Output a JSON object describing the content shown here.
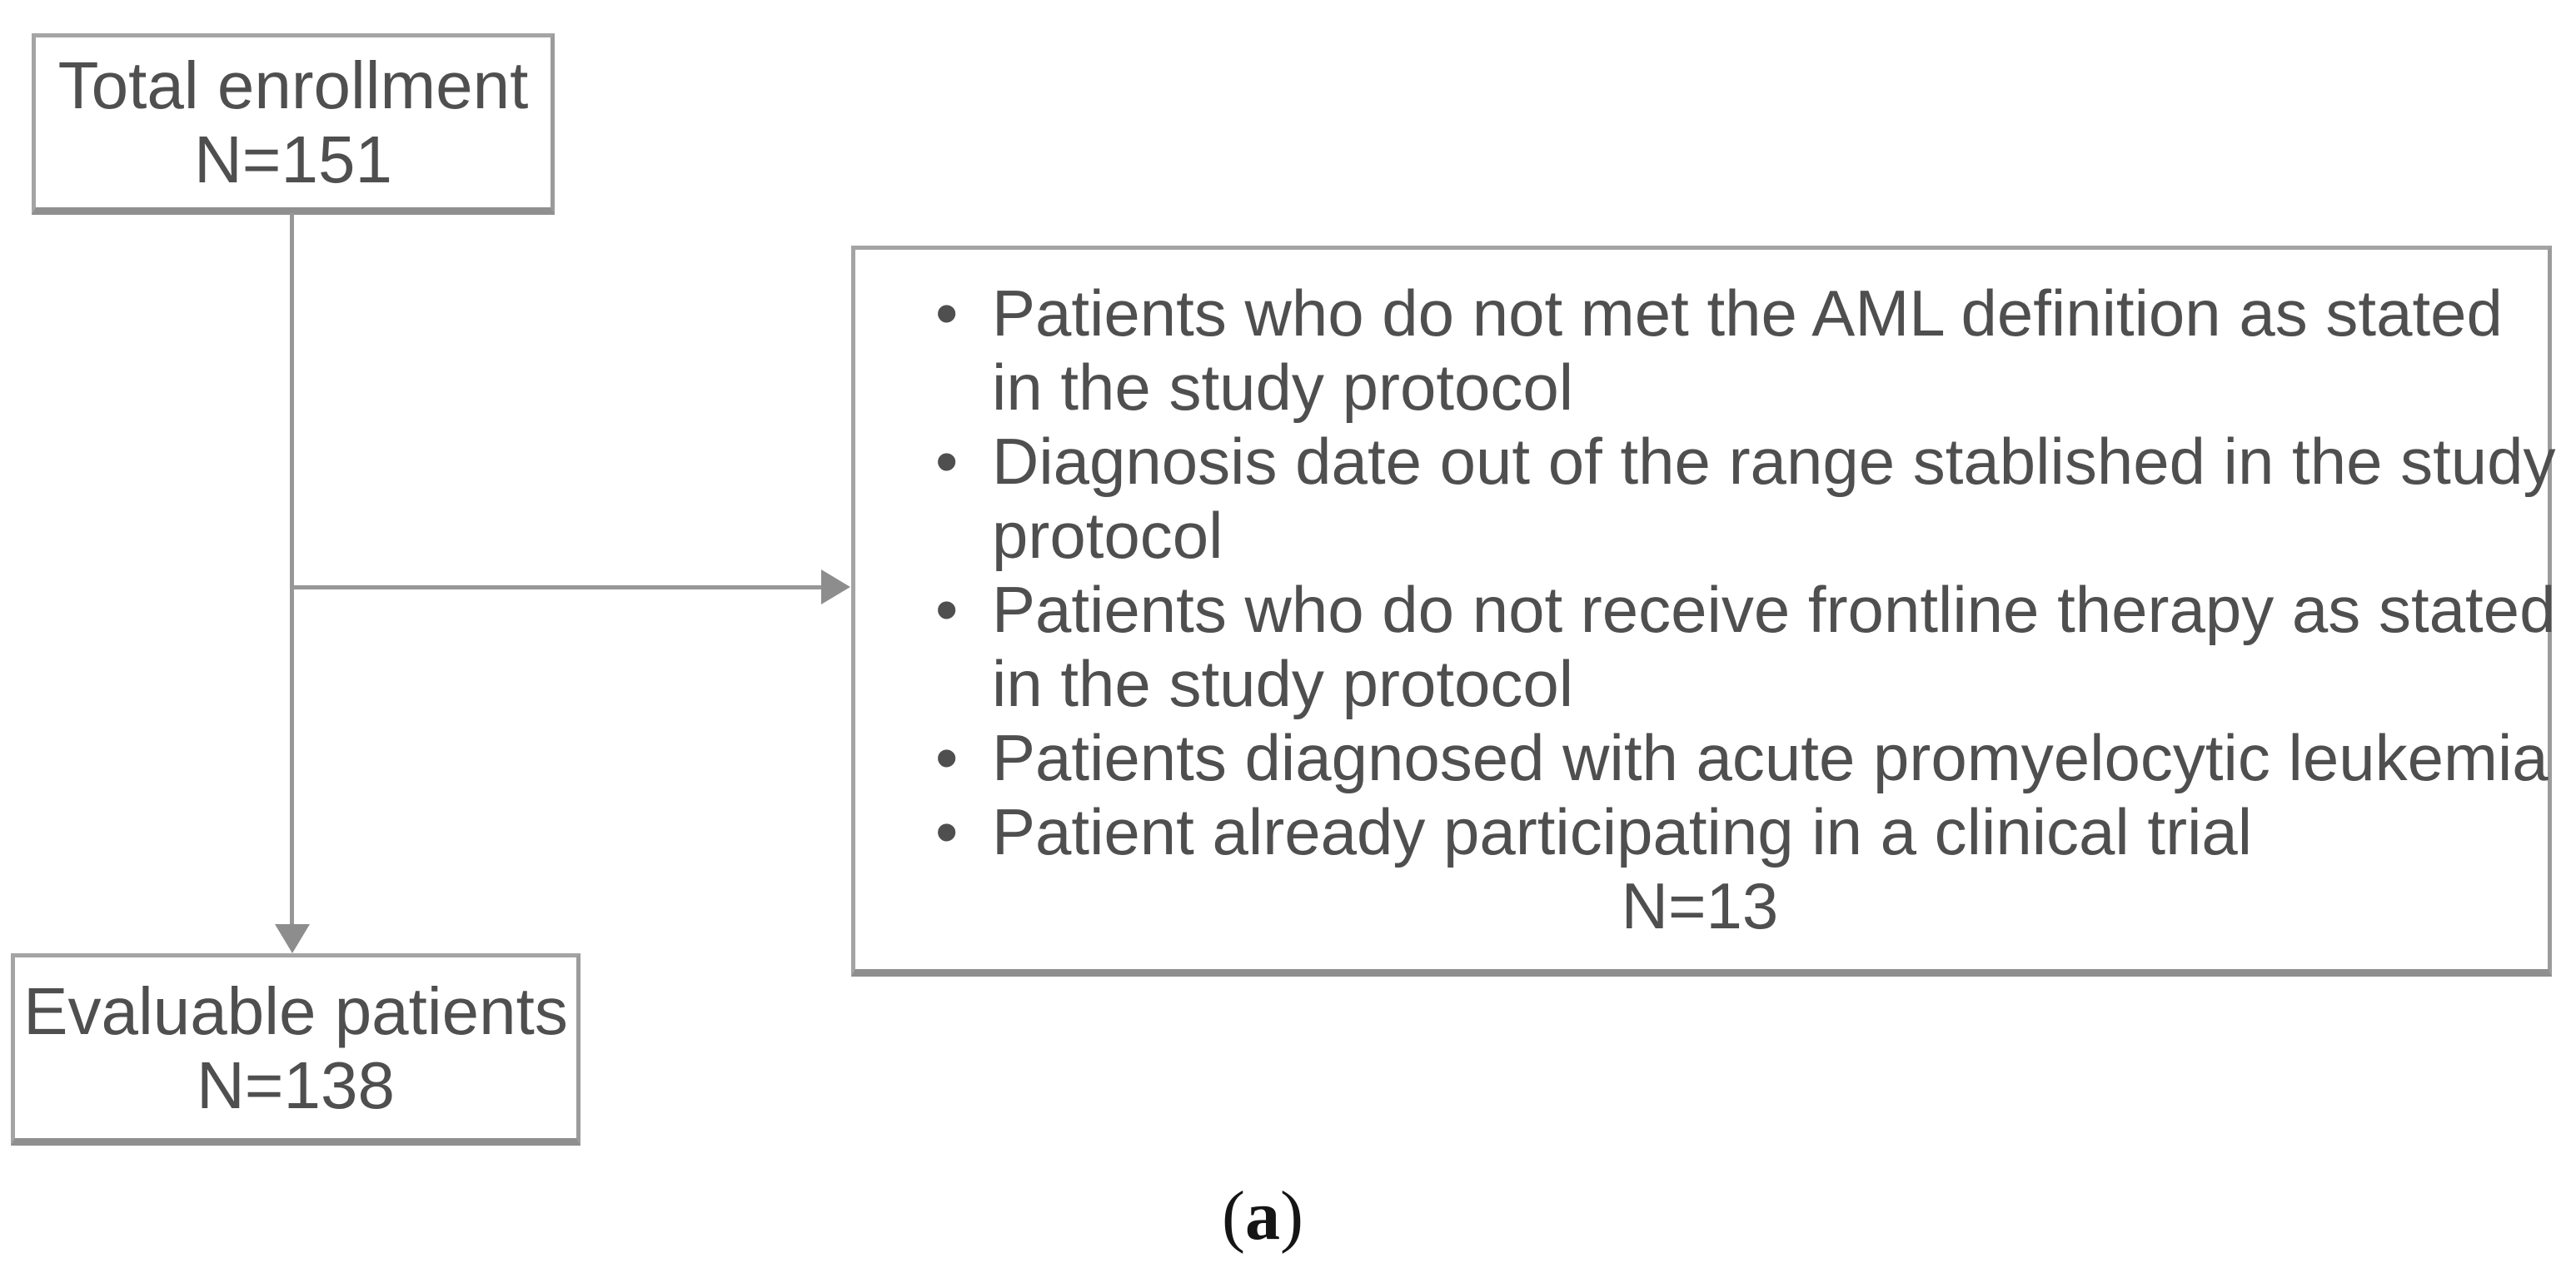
{
  "diagram": {
    "total_box": {
      "title": "Total enrollment",
      "count": "N=151"
    },
    "evaluable_box": {
      "title": "Evaluable patients",
      "count": "N=138"
    },
    "exclusion_box": {
      "bullet_glyph": "•",
      "items": [
        {
          "lines": [
            "Patients who do not met the AML definition as stated",
            "in the study protocol"
          ]
        },
        {
          "lines": [
            "Diagnosis date out of the range stablished in the study",
            "protocol"
          ]
        },
        {
          "lines": [
            "Patients who do not receive frontline therapy as stated",
            "in the study protocol"
          ]
        },
        {
          "lines": [
            "Patients diagnosed with acute promyelocytic leukemia"
          ]
        },
        {
          "lines": [
            "Patient already participating in a clinical trial"
          ]
        }
      ],
      "count": "N=13"
    },
    "caption": {
      "open": "(",
      "label": "a",
      "close": ")"
    }
  },
  "colors": {
    "background": "#ffffff",
    "box_border": "#a4a4a4",
    "box_border_shadow": "#8f8f8f",
    "text": "#4f4f4f",
    "connector": "#979797",
    "arrowhead": "#8d8d8d",
    "caption_text": "#151515"
  }
}
